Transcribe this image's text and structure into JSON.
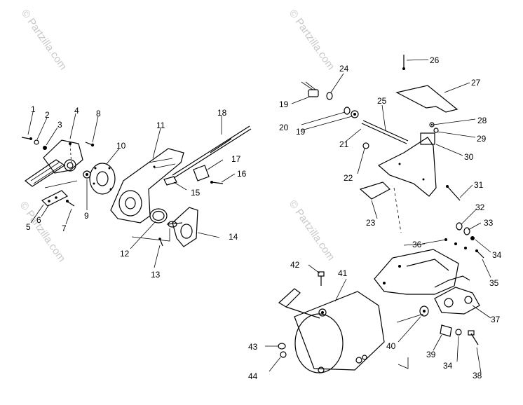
{
  "watermark": {
    "text": "© Partzilla.com"
  },
  "callouts": [
    "1",
    "2",
    "3",
    "4",
    "5",
    "6",
    "7",
    "8",
    "9",
    "10",
    "11",
    "12",
    "13",
    "14",
    "15",
    "16",
    "17",
    "18",
    "19",
    "19",
    "20",
    "21",
    "22",
    "23",
    "24",
    "25",
    "26",
    "27",
    "28",
    "29",
    "30",
    "31",
    "32",
    "33",
    "34",
    "34",
    "35",
    "36",
    "37",
    "38",
    "39",
    "40",
    "41",
    "42",
    "43",
    "44"
  ]
}
